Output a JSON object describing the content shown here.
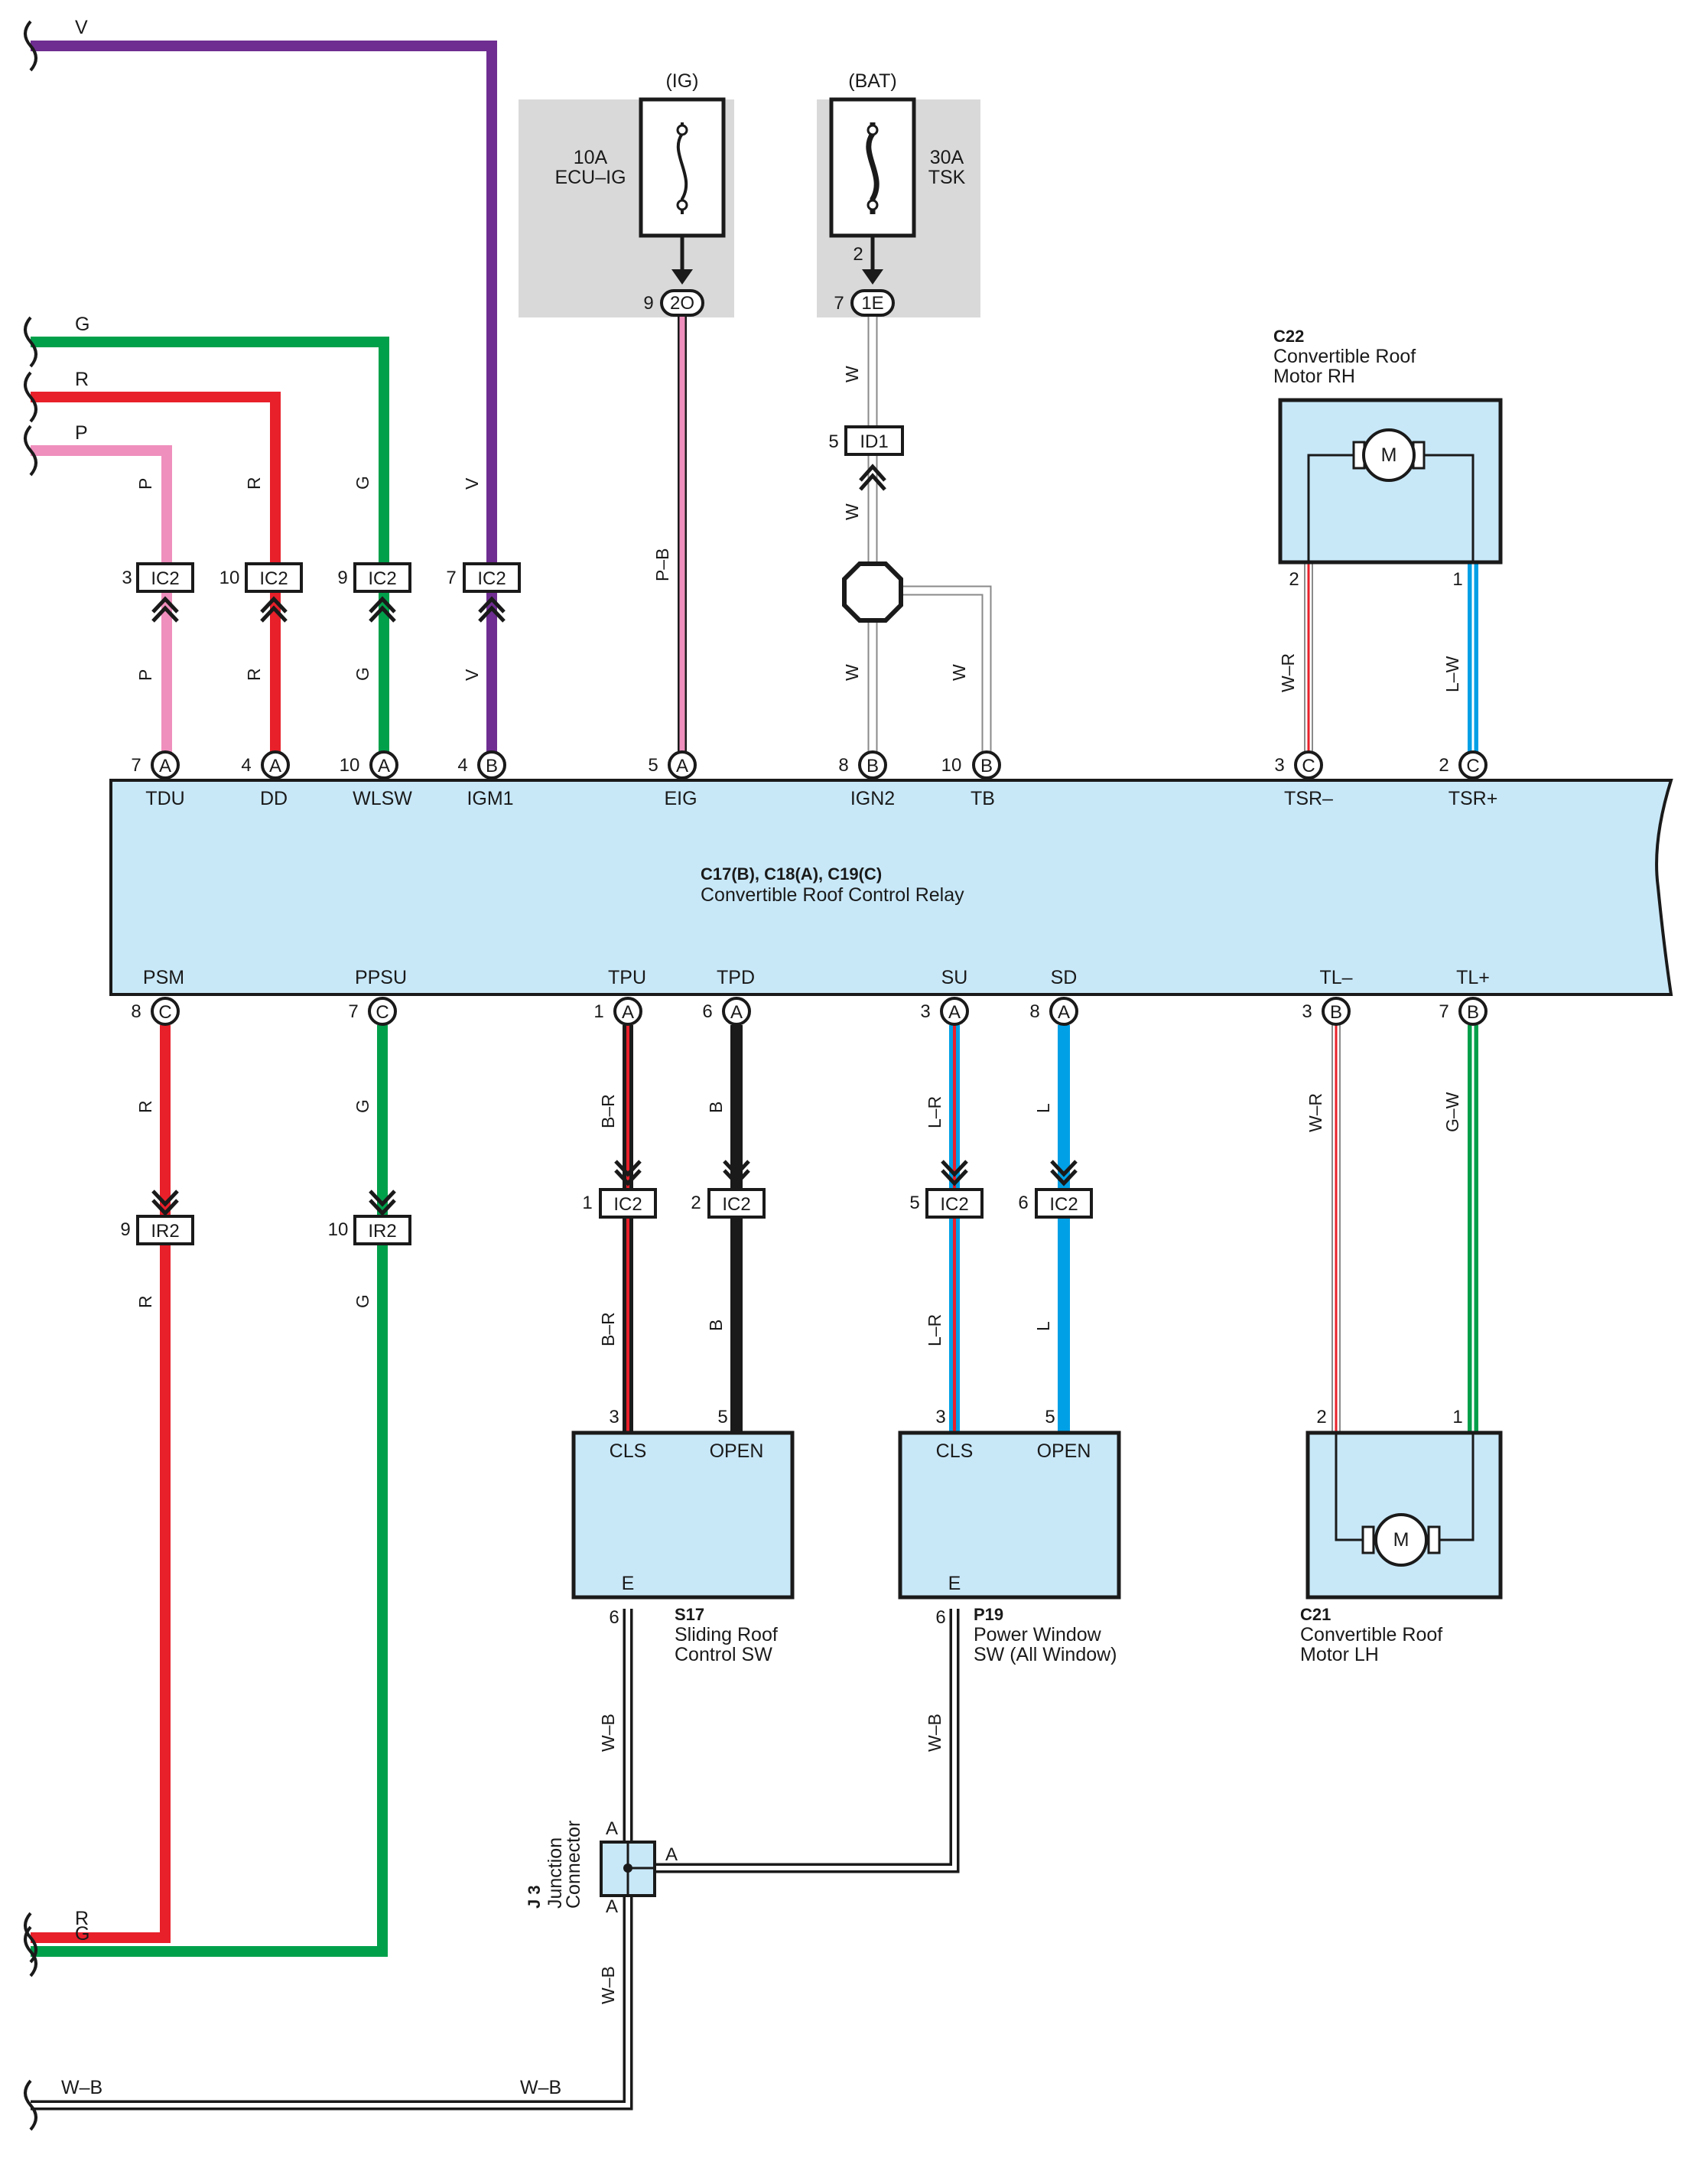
{
  "fuses": {
    "ig": {
      "label": "(IG)",
      "rating": "10A",
      "name": "ECU–IG",
      "conn": "2O",
      "pin": "9"
    },
    "bat": {
      "label": "(BAT)",
      "rating": "30A",
      "name": "TSK",
      "conn": "1E",
      "pin": "7",
      "fuse_pin": "2"
    }
  },
  "relay": {
    "id": "C17(B), C18(A), C19(C)",
    "name": "Convertible Roof Control Relay",
    "top_terminals": [
      {
        "name": "TDU",
        "pin": "7",
        "conn": "A"
      },
      {
        "name": "DD",
        "pin": "4",
        "conn": "A"
      },
      {
        "name": "WLSW",
        "pin": "10",
        "conn": "A"
      },
      {
        "name": "IGM1",
        "pin": "4",
        "conn": "B"
      },
      {
        "name": "EIG",
        "pin": "5",
        "conn": "A"
      },
      {
        "name": "IGN2",
        "pin": "8",
        "conn": "B"
      },
      {
        "name": "TB",
        "pin": "10",
        "conn": "B"
      },
      {
        "name": "TSR–",
        "pin": "3",
        "conn": "C"
      },
      {
        "name": "TSR+",
        "pin": "2",
        "conn": "C"
      }
    ],
    "bottom_terminals": [
      {
        "name": "PSM",
        "pin": "8",
        "conn": "C"
      },
      {
        "name": "PPSU",
        "pin": "7",
        "conn": "C"
      },
      {
        "name": "TPU",
        "pin": "1",
        "conn": "A"
      },
      {
        "name": "TPD",
        "pin": "6",
        "conn": "A"
      },
      {
        "name": "SU",
        "pin": "3",
        "conn": "A"
      },
      {
        "name": "SD",
        "pin": "8",
        "conn": "A"
      },
      {
        "name": "TL–",
        "pin": "3",
        "conn": "B"
      },
      {
        "name": "TL+",
        "pin": "7",
        "conn": "B"
      }
    ]
  },
  "left_wires": {
    "top": [
      "V",
      "G",
      "R",
      "P"
    ],
    "bottom": [
      "R",
      "G",
      "W–B"
    ]
  },
  "connectors_top": [
    {
      "pin": "3",
      "name": "IC2"
    },
    {
      "pin": "10",
      "name": "IC2"
    },
    {
      "pin": "9",
      "name": "IC2"
    },
    {
      "pin": "7",
      "name": "IC2"
    }
  ],
  "connector_id1": {
    "pin": "5",
    "name": "ID1"
  },
  "connectors_bottom": [
    {
      "pin": "9",
      "name": "IR2"
    },
    {
      "pin": "10",
      "name": "IR2"
    },
    {
      "pin": "1",
      "name": "IC2"
    },
    {
      "pin": "2",
      "name": "IC2"
    },
    {
      "pin": "5",
      "name": "IC2"
    },
    {
      "pin": "6",
      "name": "IC2"
    }
  ],
  "wire_colors": {
    "p": "P",
    "r": "R",
    "g": "G",
    "v": "V",
    "pb": "P–B",
    "w": "W",
    "wr": "W–R",
    "lw": "L–W",
    "br": "B–R",
    "b": "B",
    "lr": "L–R",
    "l": "L",
    "gw": "G–W",
    "wb": "W–B"
  },
  "motor_rh": {
    "id": "C22",
    "name1": "Convertible Roof",
    "name2": "Motor RH",
    "pin_left": "2",
    "pin_right": "1",
    "symbol": "M"
  },
  "motor_lh": {
    "id": "C21",
    "name1": "Convertible Roof",
    "name2": "Motor LH",
    "pin_left": "2",
    "pin_right": "1",
    "symbol": "M"
  },
  "switch_s17": {
    "id": "S17",
    "name1": "Sliding Roof",
    "name2": "Control SW",
    "cls": "CLS",
    "open": "OPEN",
    "e": "E",
    "pin_cls": "3",
    "pin_open": "5",
    "pin_e": "6"
  },
  "switch_p19": {
    "id": "P19",
    "name1": "Power Window",
    "name2": "SW (All Window)",
    "cls": "CLS",
    "open": "OPEN",
    "e": "E",
    "pin_cls": "3",
    "pin_open": "5",
    "pin_e": "6"
  },
  "junction": {
    "id": "J 3",
    "name1": "Junction",
    "name2": "Connector",
    "a": "A"
  },
  "colors": {
    "violet": "#6f2d91",
    "green": "#00a04b",
    "red": "#e8202a",
    "pink": "#ef8fbd",
    "blue": "#00a0e6",
    "black": "#1a1a1a",
    "grey": "#9d9d9d",
    "box": "#c8e8f8",
    "fusebg": "#d9d9d9"
  }
}
